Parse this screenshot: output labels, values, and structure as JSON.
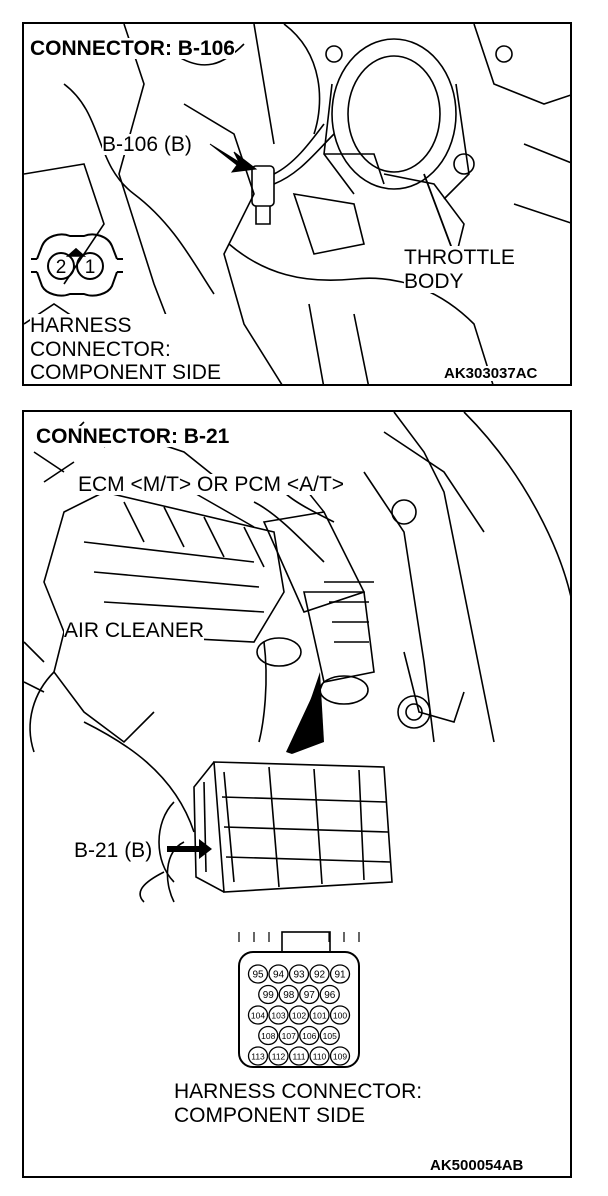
{
  "top_panel": {
    "title": "CONNECTOR: B-106",
    "connector_callout": "B-106 (B)",
    "throttle_label": "THROTTLE\nBODY",
    "harness_label": "HARNESS\nCONNECTOR:\nCOMPONENT SIDE",
    "pins": [
      "2",
      "1"
    ],
    "figure_code": "AK303037AC"
  },
  "bottom_panel": {
    "title": "CONNECTOR: B-21",
    "ecm_label": "ECM <M/T> OR PCM <A/T>",
    "air_cleaner_label": "AIR CLEANER",
    "connector_callout": "B-21 (B)",
    "pin_rows": [
      [
        "95",
        "94",
        "93",
        "92",
        "91"
      ],
      [
        "99",
        "98",
        "97",
        "96"
      ],
      [
        "104",
        "103",
        "102",
        "101",
        "100"
      ],
      [
        "108",
        "107",
        "106",
        "105"
      ],
      [
        "113",
        "112",
        "111",
        "110",
        "109"
      ]
    ],
    "harness_label": "HARNESS CONNECTOR:\nCOMPONENT SIDE",
    "figure_code": "AK500054AB"
  }
}
